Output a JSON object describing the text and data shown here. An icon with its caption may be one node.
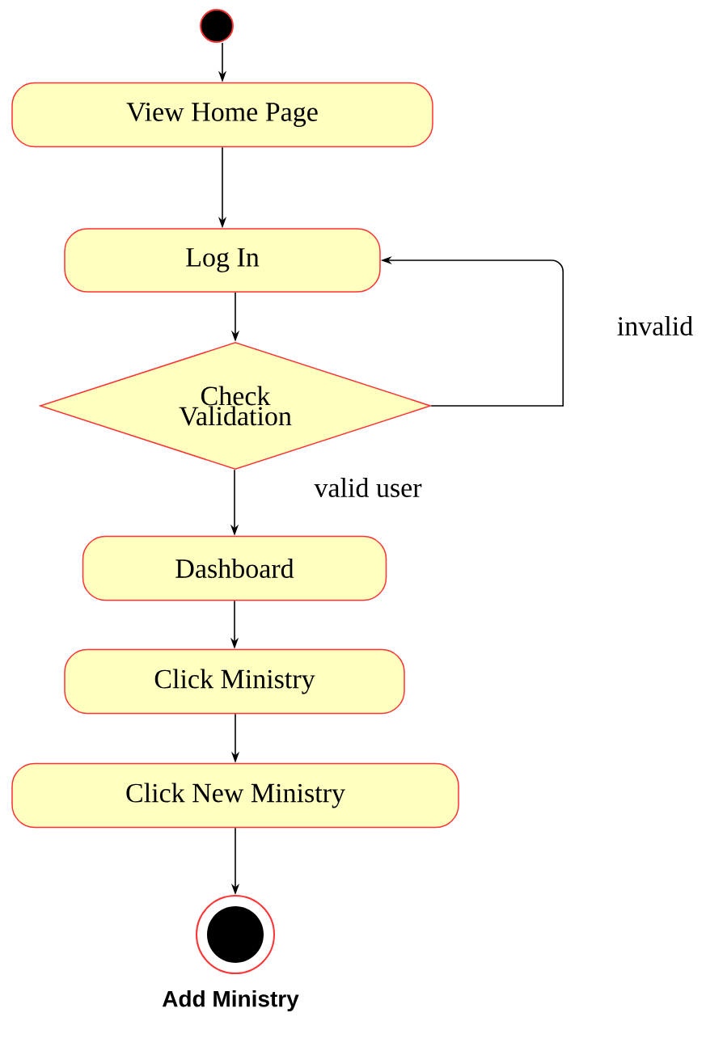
{
  "diagram": {
    "title": "Add Ministry",
    "nodes": [
      {
        "text": [],
        "shape": "circle"
      },
      {
        "text": [
          "View Home Page"
        ]
      },
      {
        "text": [
          "Log In"
        ]
      },
      {
        "text": [
          "Check Validation"
        ]
      },
      {
        "text": [
          "Dashboard"
        ]
      },
      {
        "text": [
          "Click Ministry"
        ]
      },
      {
        "text": [
          "Click New Ministry"
        ]
      },
      {
        "text": [],
        "shape": "circle"
      }
    ],
    "edges": [
      {
        "from": 0,
        "to": 1,
        "arrow": "to"
      },
      {
        "from": 1,
        "to": 2,
        "arrow": "to"
      },
      {
        "from": 2,
        "to": 3,
        "arrow": "to"
      },
      {
        "from": 3,
        "to": 2,
        "arrow": "to",
        "label": "invalid"
      },
      {
        "from": 3,
        "to": 4,
        "arrow": "to",
        "label": "valid user"
      },
      {
        "from": 4,
        "to": 5,
        "arrow": "to"
      },
      {
        "from": 5,
        "to": 6,
        "arrow": "to"
      },
      {
        "from": 6,
        "to": 7,
        "arrow": "to"
      }
    ]
  }
}
